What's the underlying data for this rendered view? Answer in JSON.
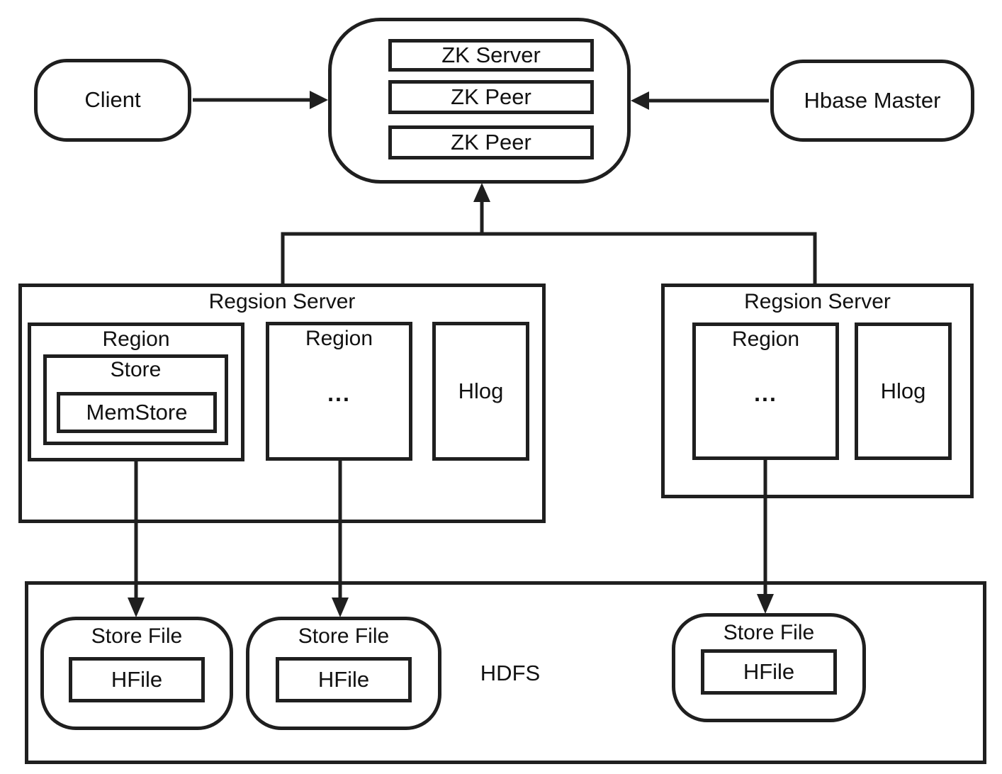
{
  "colors": {
    "stroke": "#1f1f1f",
    "background": "#ffffff",
    "text": "#111111"
  },
  "nodes": {
    "client": {
      "label": "Client"
    },
    "hbase_master": {
      "label": "Hbase Master"
    },
    "zookeeper": {
      "items": [
        "ZK Server",
        "ZK Peer",
        "ZK Peer"
      ]
    },
    "region_server_left": {
      "title": "Regsion Server",
      "region_detail": {
        "title": "Region",
        "store": {
          "title": "Store",
          "memstore": "MemStore"
        }
      },
      "region_more": {
        "title": "Region",
        "ellipsis": "..."
      },
      "hlog": "Hlog"
    },
    "region_server_right": {
      "title": "Regsion Server",
      "region_more": {
        "title": "Region",
        "ellipsis": "..."
      },
      "hlog": "Hlog"
    },
    "hdfs": {
      "label": "HDFS",
      "store_files": [
        {
          "title": "Store File",
          "file": "HFile"
        },
        {
          "title": "Store File",
          "file": "HFile"
        },
        {
          "title": "Store File",
          "file": "HFile"
        }
      ]
    }
  }
}
